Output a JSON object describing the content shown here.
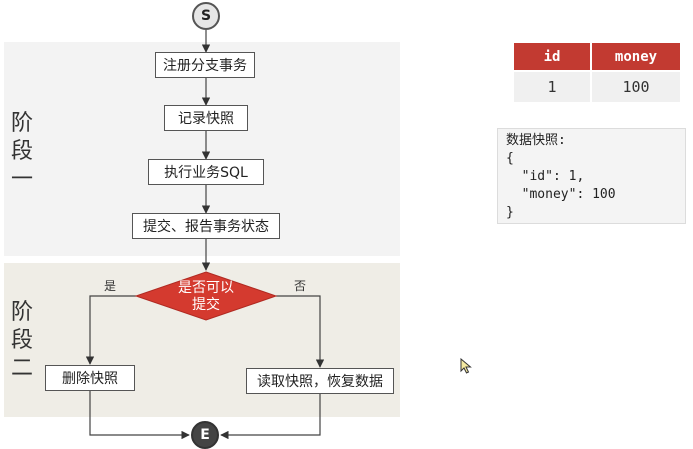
{
  "stages": [
    {
      "label_chars": [
        "阶",
        "段",
        "一"
      ]
    },
    {
      "label_chars": [
        "阶",
        "段",
        "二"
      ]
    }
  ],
  "flow": {
    "start": "S",
    "end": "E",
    "steps": [
      "注册分支事务",
      "记录快照",
      "执行业务SQL",
      "提交、报告事务状态"
    ],
    "decision": {
      "line1": "是否可以",
      "line2": "提交"
    },
    "yes_label": "是",
    "no_label": "否",
    "yes_action": "删除快照",
    "no_action": "读取快照，恢复数据"
  },
  "db_table": {
    "columns": [
      "id",
      "money"
    ],
    "rows": [
      [
        "1",
        "100"
      ]
    ]
  },
  "snapshot": {
    "title": "数据快照:",
    "lines": [
      "{",
      "  \"id\": 1,",
      "  \"money\": 100",
      "}"
    ]
  },
  "colors": {
    "accent_red": "#c23a31",
    "diamond_red": "#d43a2f",
    "stage1_bg": "#f3f3f3",
    "stage2_bg": "#efede6"
  }
}
